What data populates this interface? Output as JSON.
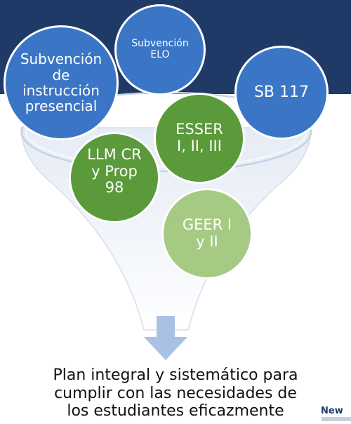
{
  "diagram": {
    "funding_sources": [
      {
        "label": "Subvención\nde\ninstrucción\npresencial"
      },
      {
        "label": "Subvención\nELO"
      },
      {
        "label": "SB 117"
      },
      {
        "label": "ESSER\nI, II, III"
      },
      {
        "label": "LLM CR\ny Prop\n98"
      },
      {
        "label": "GEER I\ny II"
      }
    ],
    "outcome": "Plan integral y sistemático para\ncumplir con las necesidades de\nlos estudiantes eficazmente",
    "logo": "New"
  },
  "colors": {
    "header": "#1f3a66",
    "blue": "#3b76c6",
    "green_dark": "#5a9a3a",
    "green_light": "#a6c983",
    "arrow": "#a9c1e2"
  }
}
